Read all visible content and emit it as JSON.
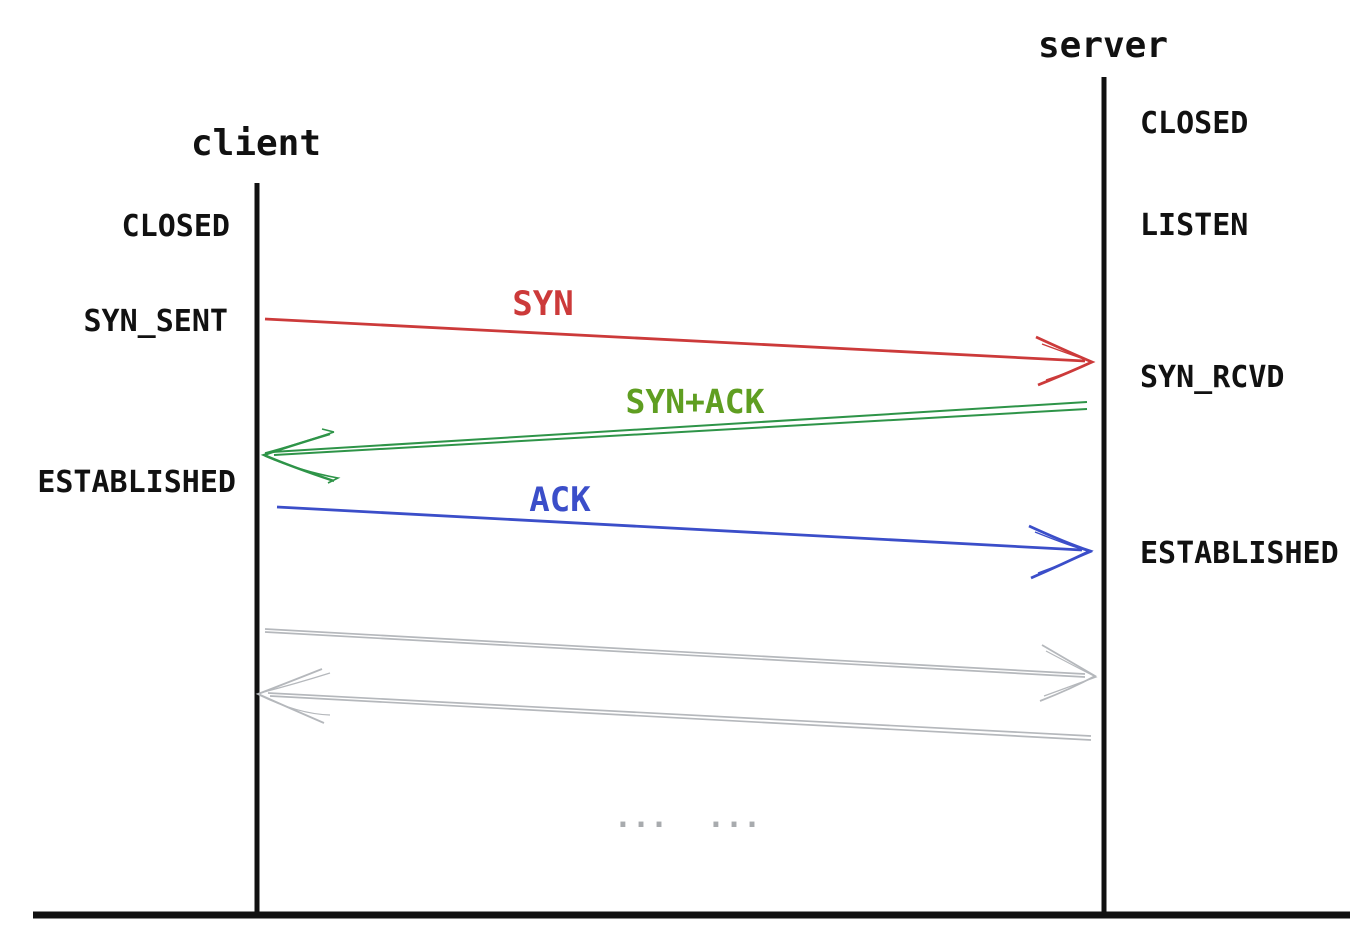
{
  "colors": {
    "black": "#111111",
    "red": "#cc3a3a",
    "green_line": "#2e9448",
    "green_label": "#5f9e21",
    "blue": "#3b4ec9",
    "gray": "#b5b8bc",
    "dot_gray": "#a8abae"
  },
  "client": {
    "label": "client",
    "states": [
      "CLOSED",
      "SYN_SENT",
      "ESTABLISHED"
    ]
  },
  "server": {
    "label": "server",
    "states": [
      "CLOSED",
      "LISTEN",
      "SYN_RCVD",
      "ESTABLISHED"
    ]
  },
  "messages": [
    {
      "label": "SYN",
      "from": "client",
      "to": "server"
    },
    {
      "label": "SYN+ACK",
      "from": "server",
      "to": "client"
    },
    {
      "label": "ACK",
      "from": "client",
      "to": "server"
    },
    {
      "label": "",
      "from": "client",
      "to": "server"
    },
    {
      "label": "",
      "from": "server",
      "to": "client"
    }
  ],
  "ellipsis": {
    "left": "...",
    "right": "..."
  }
}
